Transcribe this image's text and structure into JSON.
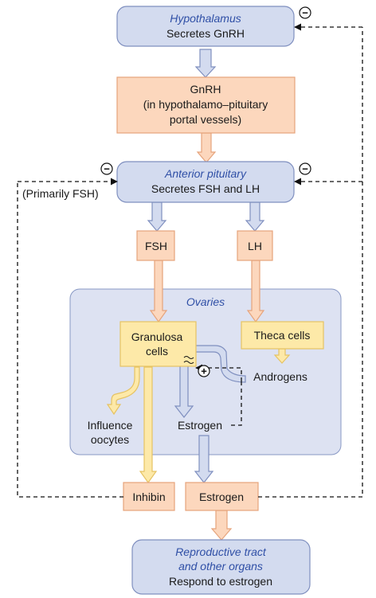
{
  "hypothalamus": {
    "title": "Hypothalamus",
    "text": "Secretes GnRH"
  },
  "gnrh": {
    "line1": "GnRH",
    "line2": "(in hypothalamo–pituitary",
    "line3": "portal vessels)"
  },
  "pituitary": {
    "title": "Anterior pituitary",
    "text": "Secretes FSH and LH"
  },
  "primarily_fsh": "(Primarily FSH)",
  "fsh": "FSH",
  "lh": "LH",
  "ovaries": {
    "title": "Ovaries",
    "granulosa_line1": "Granulosa",
    "granulosa_line2": "cells",
    "theca": "Theca cells",
    "androgens": "Androgens",
    "influence_line1": "Influence",
    "influence_line2": "oocytes",
    "estrogen": "Estrogen"
  },
  "inhibin": "Inhibin",
  "estrogen_out": "Estrogen",
  "target": {
    "line1": "Reproductive tract",
    "line2": "and other organs",
    "text": "Respond to estrogen"
  },
  "symbols": {
    "negative": "−",
    "positive": "+"
  },
  "colors": {
    "blue_box_fill": "#d3dbef",
    "blue_box_stroke": "#7f8fbf",
    "orange_box_fill": "#fcd7bd",
    "orange_box_stroke": "#e6a37b",
    "yellow_box_fill": "#fde9a8",
    "yellow_box_stroke": "#e6c363",
    "ovaries_fill": "#dde2f2",
    "blue_text": "#2f4fa6"
  }
}
